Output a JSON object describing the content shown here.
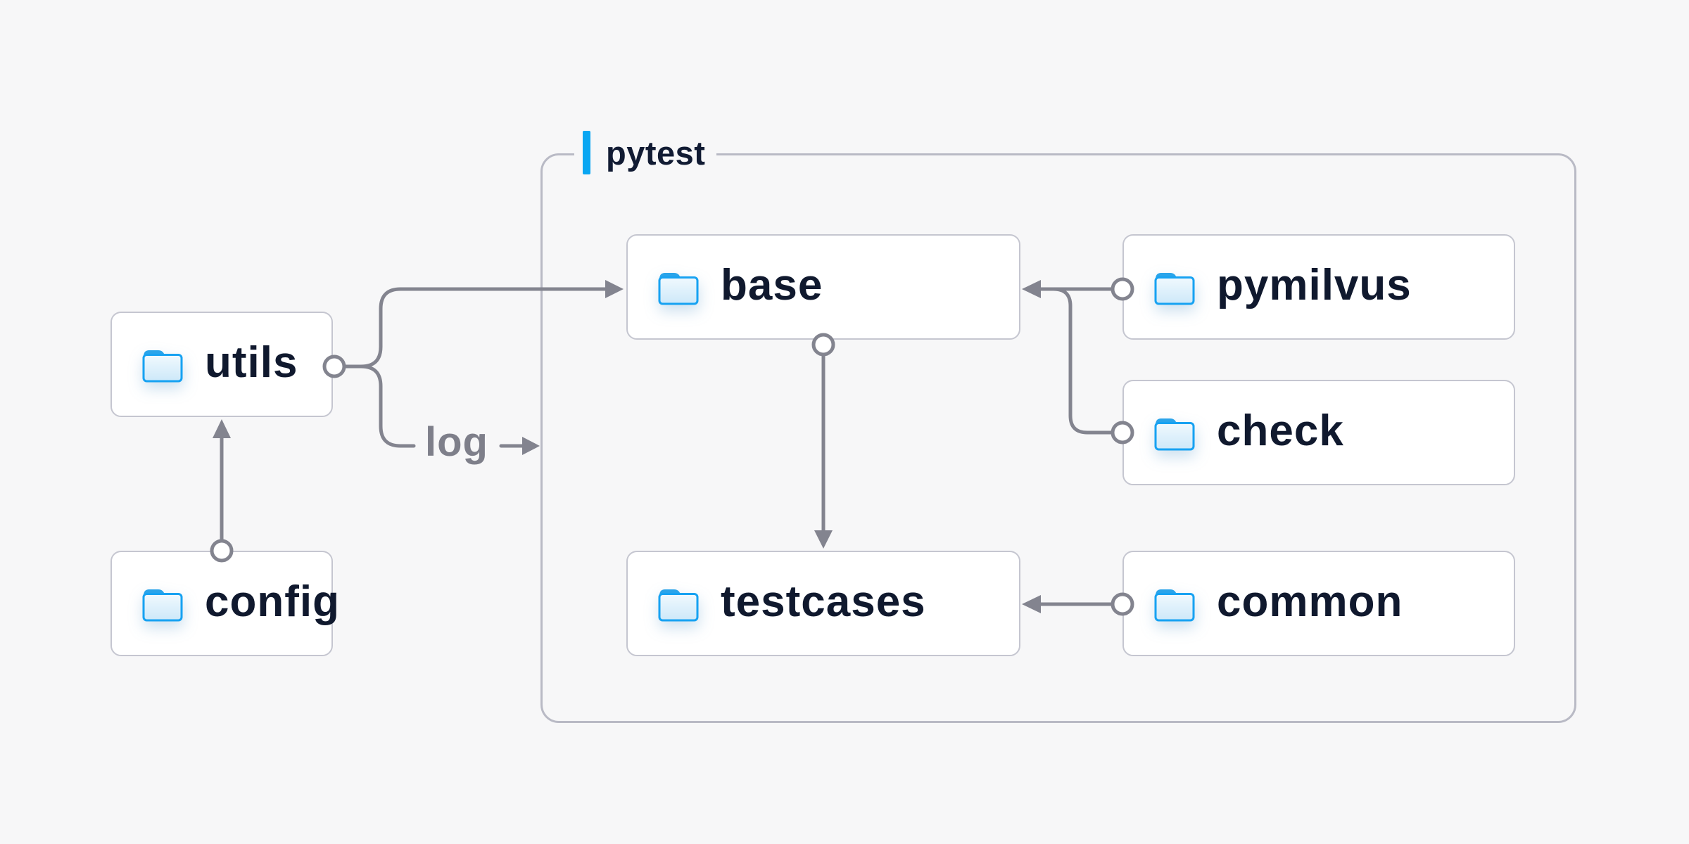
{
  "group": {
    "label": "pytest"
  },
  "edge": {
    "log_label": "log"
  },
  "nodes": {
    "utils": {
      "label": "utils"
    },
    "config": {
      "label": "config"
    },
    "base": {
      "label": "base"
    },
    "pymilvus": {
      "label": "pymilvus"
    },
    "check": {
      "label": "check"
    },
    "testcases": {
      "label": "testcases"
    },
    "common": {
      "label": "common"
    }
  },
  "edges": [
    {
      "from": "config",
      "to": "utils"
    },
    {
      "from": "utils",
      "to": "base"
    },
    {
      "from": "utils",
      "to": "log",
      "label": "log"
    },
    {
      "from": "base",
      "to": "testcases"
    },
    {
      "from": "pymilvus",
      "to": "base"
    },
    {
      "from": "check",
      "to": "base"
    },
    {
      "from": "common",
      "to": "testcases"
    }
  ],
  "group_children": [
    "base",
    "pymilvus",
    "check",
    "testcases",
    "common"
  ],
  "colors": {
    "background": "#f7f7f8",
    "accent_blue": "#09a6f2",
    "folder_stroke_blue": "#17a2f2",
    "folder_tab_blue": "#2aa4ea",
    "folder_fill_light": "#eef8fe",
    "folder_fill_dark": "#cde8f9",
    "line_gray": "#83848f",
    "node_border": "#c5c6d0",
    "group_border": "#b9bac5",
    "text_navy": "#10192e",
    "edge_label_gray": "#7e7f8a",
    "node_background": "#ffffff"
  }
}
